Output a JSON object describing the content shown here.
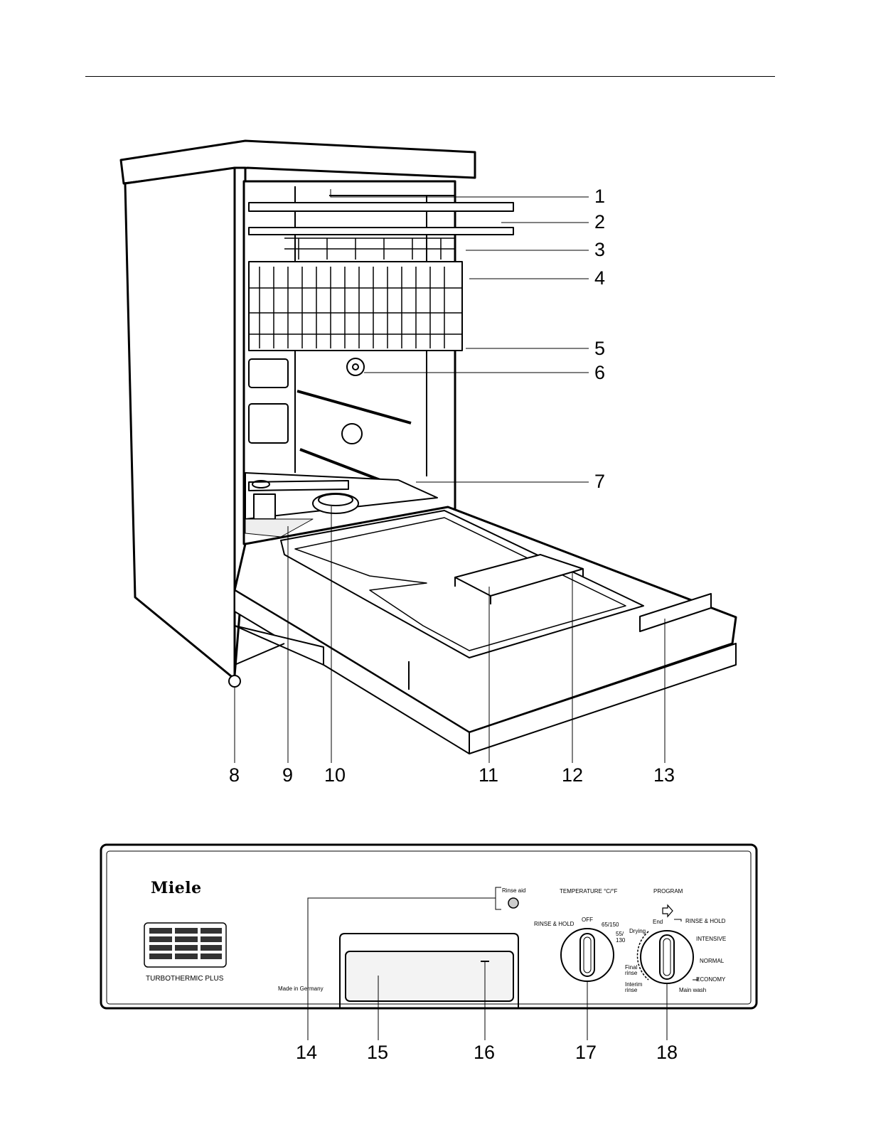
{
  "callouts_right": [
    "1",
    "2",
    "3",
    "4",
    "5",
    "6",
    "7"
  ],
  "callouts_bottom": [
    "8",
    "9",
    "10",
    "11",
    "12",
    "13"
  ],
  "panel_callouts": [
    "14",
    "15",
    "16",
    "17",
    "18"
  ],
  "panel": {
    "brand": "Miele",
    "model": "TURBOTHERMIC  PLUS",
    "made_in": "Made in Germany",
    "rinse_aid": "Rinse aid",
    "temperature_heading": "TEMPERATURE °C/°F",
    "program_heading": "PROGRAM",
    "temp_dial": {
      "rinse_hold": "RINSE & HOLD",
      "off": "OFF",
      "t1": "65/150",
      "t2a": "55/",
      "t2b": "130"
    },
    "program_dial": {
      "end": "End",
      "drying": "Drying",
      "rinse_hold": "RINSE & HOLD",
      "intensive": "INTENSIVE",
      "normal": "NORMAL",
      "economy": "ECONOMY",
      "final_rinse_a": "Final",
      "final_rinse_b": "rinse",
      "interim_rinse_a": "Interim",
      "interim_rinse_b": "rinse",
      "main_wash": "Main wash"
    }
  }
}
